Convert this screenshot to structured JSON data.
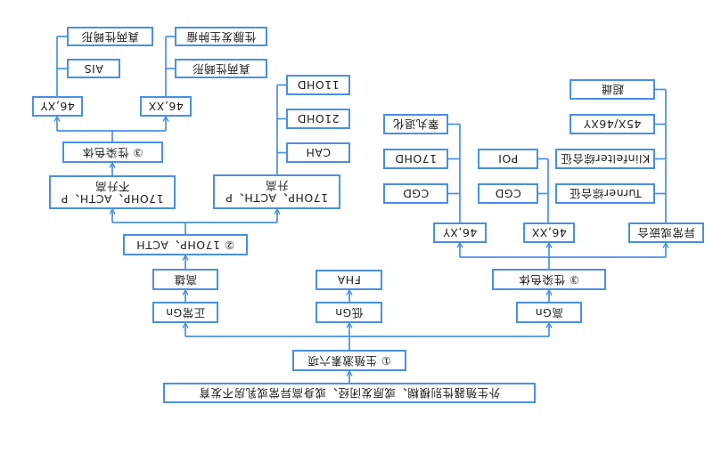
{
  "colors": {
    "accent": "#4a8fe3",
    "text": "#1e1e1e",
    "background": "#ffffff"
  },
  "flowchart": {
    "root": "外生殖器性别模糊、或原发闭经、或身高异常或乳房不发育",
    "hormone_panel": "① 生殖激素六项",
    "high_gn": {
      "label": "高Gn",
      "karyotype_test": "③ 性染色体",
      "abnormal_mosaic": {
        "label": "异常或嵌合",
        "outcomes": [
          "Turner综合征",
          "Klinfelter综合征",
          "45X/46XY",
          "超雌"
        ]
      },
      "xx": {
        "label": "46,XX",
        "outcomes": [
          "CGD",
          "POI"
        ]
      },
      "xy": {
        "label": "46,XY",
        "outcomes": [
          "CGD",
          "17OHD",
          "睾丸退化"
        ]
      }
    },
    "low_gn": {
      "label": "低Gn",
      "outcome": "FHA"
    },
    "normal_gn": {
      "label": "正常Gn",
      "finding": "高雄",
      "test": "② 17OHP、ACTH",
      "elevated": {
        "line1": "17OHP、ACTH、P",
        "line2": "升高",
        "outcomes": [
          "CAH",
          "21OHD",
          "11OHD"
        ]
      },
      "not_elevated": {
        "line1": "17OHP、ACTH、P",
        "line2": "不升高",
        "karyotype_test": "③ 性染色体",
        "xx": {
          "label": "46,XX",
          "outcomes": [
            "真两性畸形",
            "性腺发生肿瘤"
          ]
        },
        "xy": {
          "label": "46,XY",
          "outcomes": [
            "AIS",
            "真两性畸形"
          ]
        }
      }
    }
  }
}
